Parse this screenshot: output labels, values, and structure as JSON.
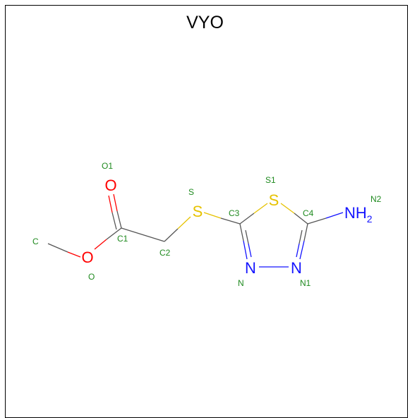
{
  "title": "VYO",
  "colors": {
    "carbon_bond": "#555555",
    "oxygen": "#ff0000",
    "sulfur": "#e6c200",
    "nitrogen": "#1414ff",
    "atom_label": "#1f8a1f"
  },
  "atoms": [
    {
      "id": "C",
      "symbol": "",
      "label": "C"
    },
    {
      "id": "O",
      "symbol": "O",
      "label": "O"
    },
    {
      "id": "C1",
      "symbol": "",
      "label": "C1"
    },
    {
      "id": "O1",
      "symbol": "O",
      "label": "O1"
    },
    {
      "id": "C2",
      "symbol": "",
      "label": "C2"
    },
    {
      "id": "S",
      "symbol": "S",
      "label": "S"
    },
    {
      "id": "C3",
      "symbol": "",
      "label": "C3"
    },
    {
      "id": "S1",
      "symbol": "S",
      "label": "S1"
    },
    {
      "id": "C4",
      "symbol": "",
      "label": "C4"
    },
    {
      "id": "N",
      "symbol": "N",
      "label": "N"
    },
    {
      "id": "N1",
      "symbol": "N",
      "label": "N1"
    },
    {
      "id": "N2",
      "symbol": "NH",
      "subscript": "2",
      "label": "N2"
    }
  ]
}
